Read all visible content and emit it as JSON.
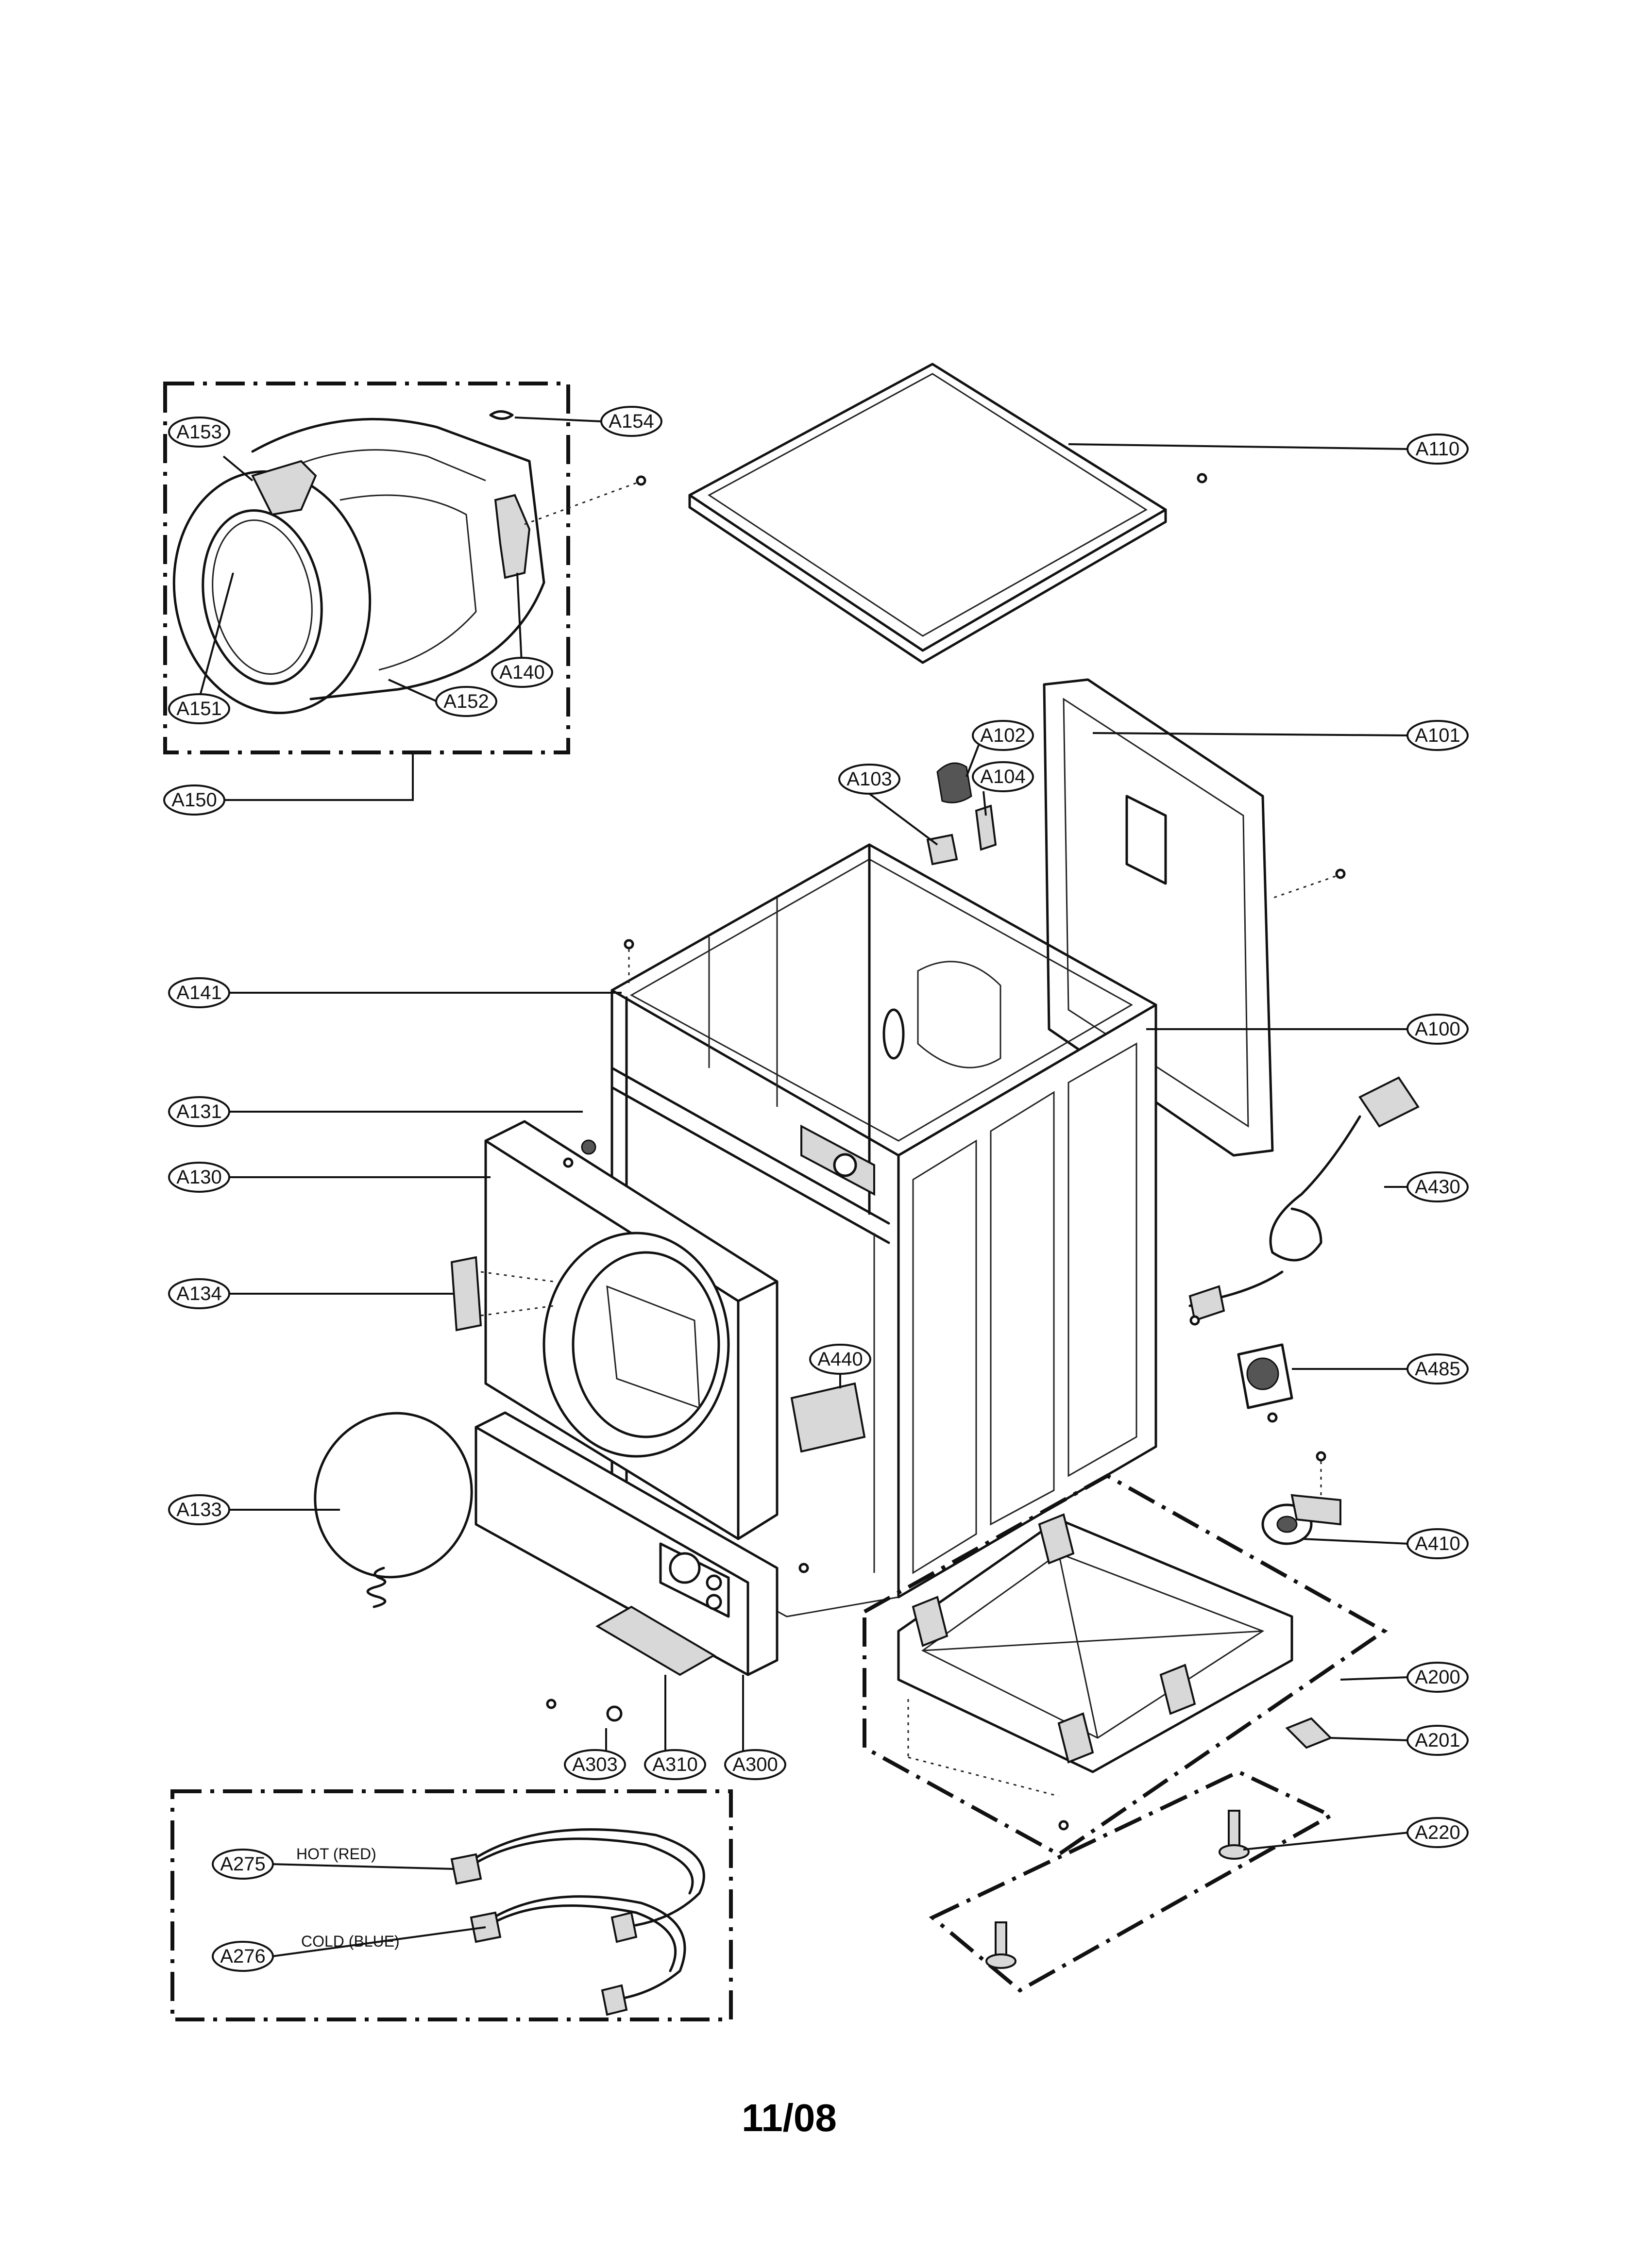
{
  "footer": {
    "code": "11/08"
  },
  "labels": {
    "A153": "A153",
    "A154": "A154",
    "A151": "A151",
    "A152": "A152",
    "A140": "A140",
    "A150": "A150",
    "A110": "A110",
    "A101": "A101",
    "A102": "A102",
    "A104": "A104",
    "A103": "A103",
    "A141": "A141",
    "A100": "A100",
    "A131": "A131",
    "A130": "A130",
    "A430": "A430",
    "A134": "A134",
    "A440": "A440",
    "A485": "A485",
    "A133": "A133",
    "A410": "A410",
    "A200": "A200",
    "A201": "A201",
    "A303": "A303",
    "A310": "A310",
    "A300": "A300",
    "A220": "A220",
    "A275": "A275",
    "A276": "A276"
  },
  "hose_notes": {
    "hot": "HOT (RED)",
    "cold": "COLD (BLUE)"
  }
}
